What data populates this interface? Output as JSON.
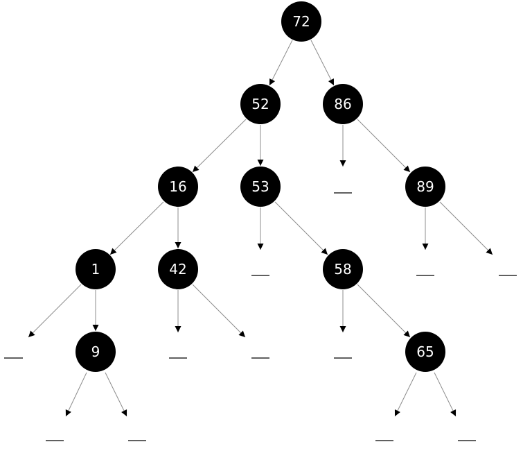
{
  "tree": {
    "nodes": [
      {
        "id": "n72",
        "label": "72"
      },
      {
        "id": "n52",
        "label": "52"
      },
      {
        "id": "n86",
        "label": "86"
      },
      {
        "id": "n16",
        "label": "16"
      },
      {
        "id": "n53",
        "label": "53"
      },
      {
        "id": "n89",
        "label": "89"
      },
      {
        "id": "n1",
        "label": "1"
      },
      {
        "id": "n42",
        "label": "42"
      },
      {
        "id": "n58",
        "label": "58"
      },
      {
        "id": "n9",
        "label": "9"
      },
      {
        "id": "n65",
        "label": "65"
      }
    ],
    "null_leaf_count": 12,
    "colors": {
      "node_fill": "#000000",
      "node_text": "#ffffff",
      "edge": "#8c8c8c",
      "null_marker": "#000000"
    }
  }
}
